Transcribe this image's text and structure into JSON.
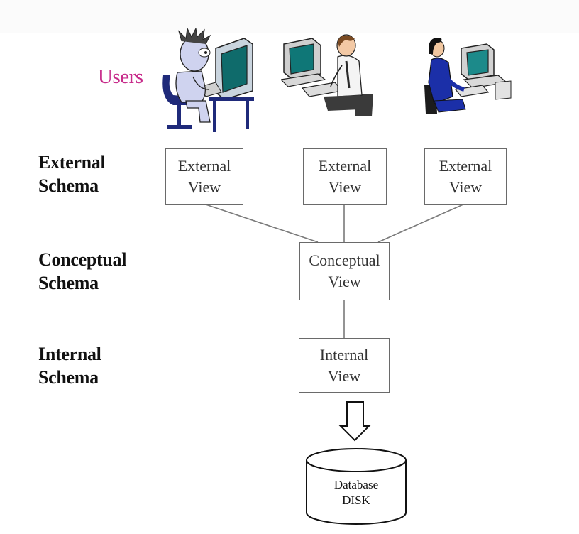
{
  "users_label": "Users",
  "levels": {
    "external": {
      "line1": "External",
      "line2": "Schema"
    },
    "conceptual": {
      "line1": "Conceptual",
      "line2": "Schema"
    },
    "internal": {
      "line1": "Internal",
      "line2": "Schema"
    }
  },
  "external_views": [
    {
      "line1": "External",
      "line2": "View"
    },
    {
      "line1": "External",
      "line2": "View"
    },
    {
      "line1": "External",
      "line2": "View"
    }
  ],
  "conceptual_view": {
    "line1": "Conceptual",
    "line2": "View"
  },
  "internal_view": {
    "line1": "Internal",
    "line2": "View"
  },
  "disk": {
    "line1": "Database",
    "line2": "DISK"
  },
  "colors": {
    "users_label": "#c72a8a",
    "box_border": "#6a6a6a",
    "connector": "#7a7a7a"
  },
  "icons": [
    "user-at-computer-icon",
    "user-at-computer-icon",
    "user-at-computer-icon",
    "down-arrow-icon",
    "database-cylinder-icon"
  ]
}
